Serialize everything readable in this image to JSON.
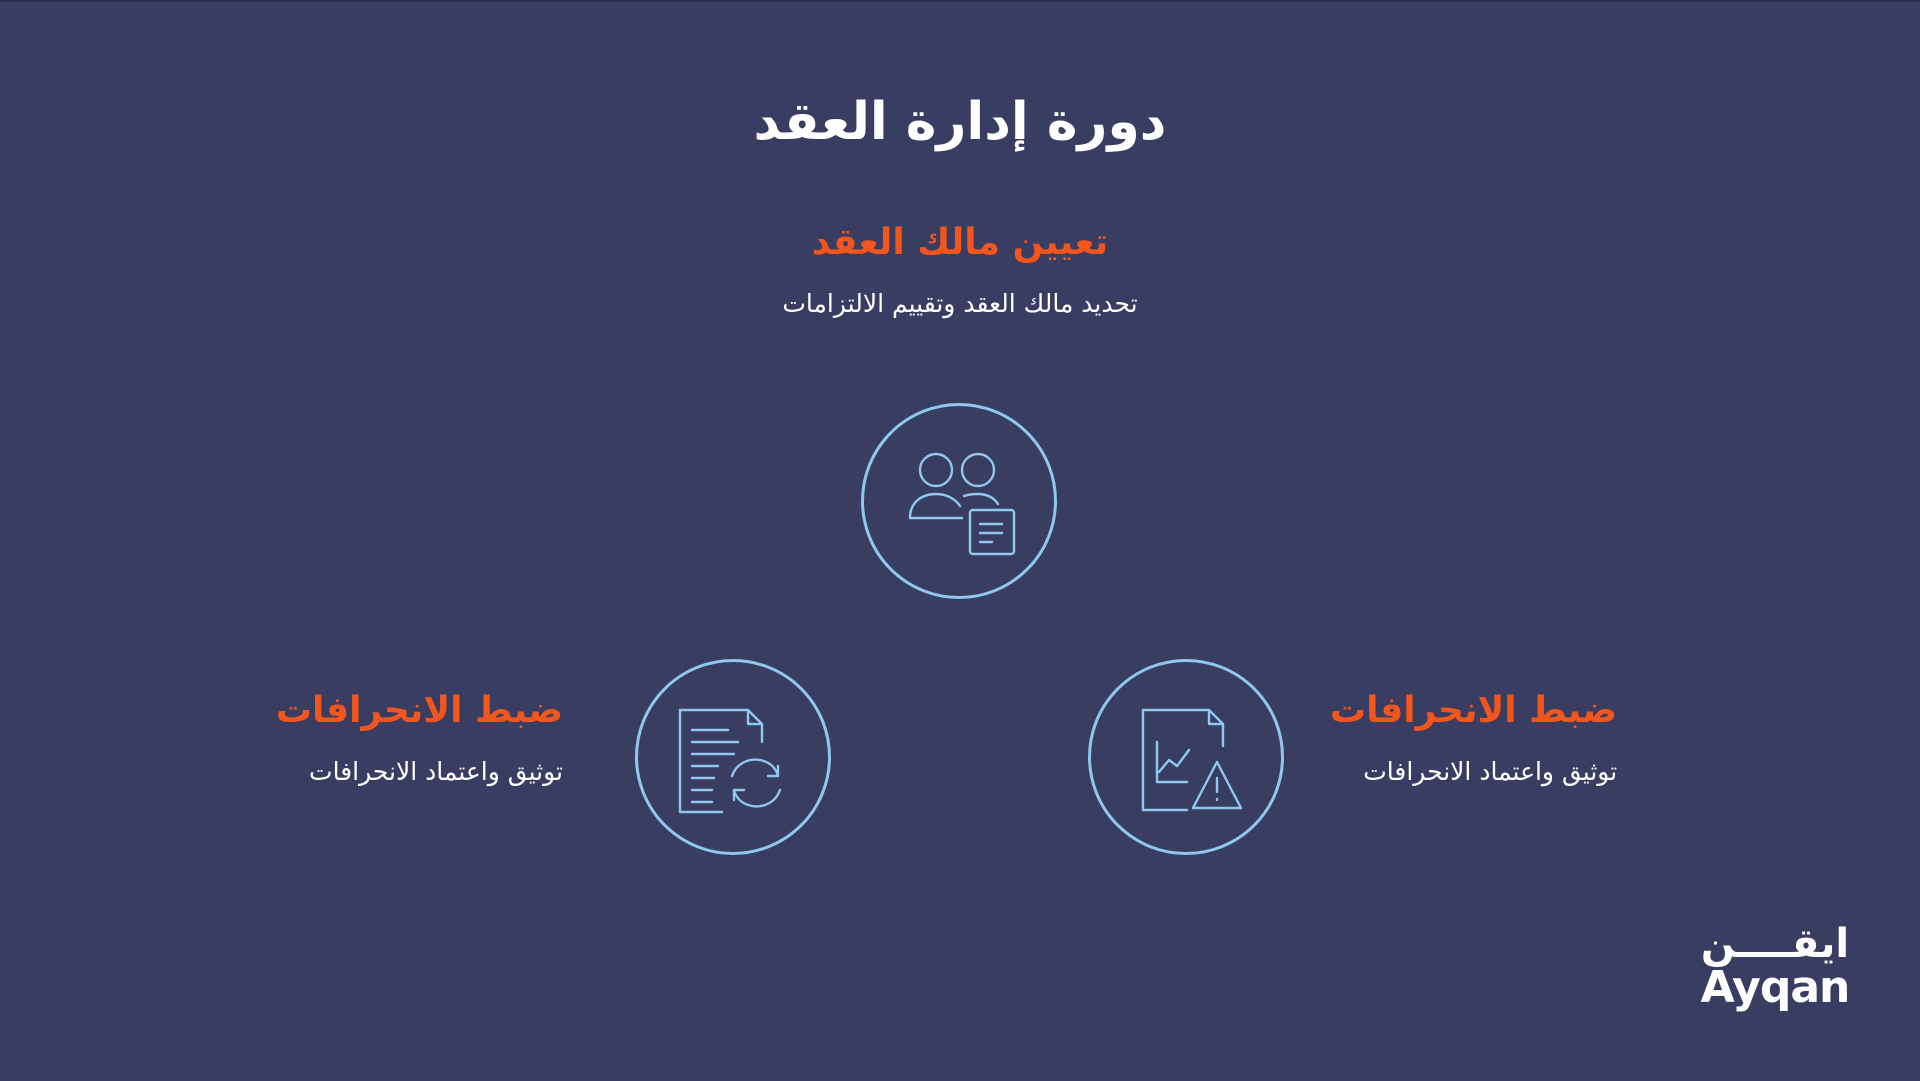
{
  "title": "دورة إدارة العقد",
  "steps": [
    {
      "heading": "تعيين مالك العقد",
      "description": "تحديد مالك العقد وتقييم الالتزامات",
      "icon": "people-document-icon"
    },
    {
      "heading": "ضبط الانحرافات",
      "description": "توثيق واعتماد الانحرافات",
      "icon": "chart-warning-icon"
    },
    {
      "heading": "ضبط الانحرافات",
      "description": "توثيق واعتماد الانحرافات",
      "icon": "document-refresh-icon"
    }
  ],
  "logo": {
    "arabic": "ايقــــن",
    "english": "Ayqan"
  },
  "colors": {
    "background": "#3a3d62",
    "accent": "#f2561d",
    "icon_stroke": "#8fc8ee",
    "text": "#ffffff"
  }
}
